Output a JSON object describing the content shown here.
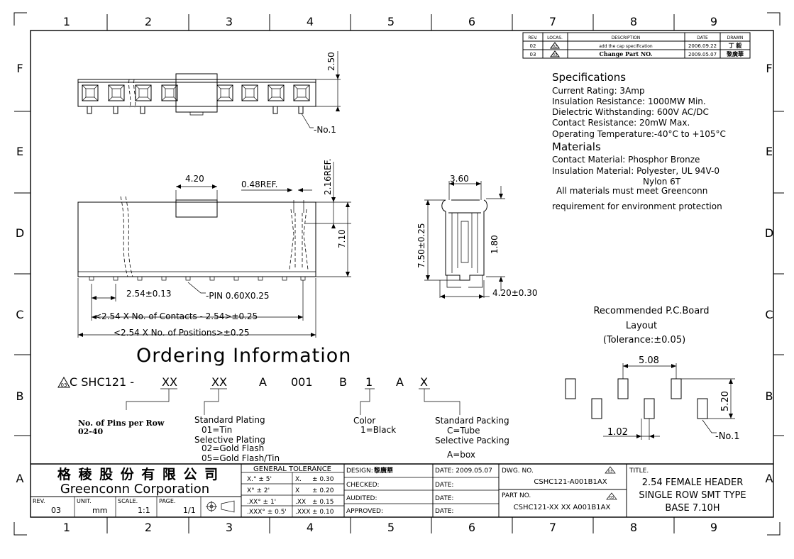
{
  "grid": {
    "columns": [
      "1",
      "2",
      "3",
      "4",
      "5",
      "6",
      "7",
      "8",
      "9"
    ],
    "rows": [
      "F",
      "E",
      "D",
      "C",
      "B",
      "A"
    ]
  },
  "revisions": {
    "headers": [
      "REV.",
      "LOCAS.",
      "DESCRIPTION",
      "DATE",
      "DRAWN"
    ],
    "rows": [
      {
        "rev": "02",
        "loc": "02",
        "desc": "add the cap specification",
        "date": "2006.09.22",
        "drawn": "丁 毅"
      },
      {
        "rev": "03",
        "loc": "03",
        "desc": "Change Part NO.",
        "date": "2009.05.07",
        "drawn": "黎廣華"
      }
    ]
  },
  "specs": {
    "title": "Specifications",
    "lines": [
      "Current Rating:  3Amp",
      "Insulation Resistance: 1000MW Min.",
      "Dielectric Withstanding:  600V AC/DC",
      "Contact Resistance:  20mW Max.",
      "Operating Temperature:-40°C to +105°C"
    ],
    "materials_title": "Materials",
    "materials": [
      "Contact Material: Phosphor Bronze",
      "Insulation Material: Polyester, UL 94V-0",
      "Nylon 6T",
      "All materials must meet Greenconn",
      "requirement for environment protection"
    ]
  },
  "dims": {
    "top_height": "2.50",
    "no1": "-No.1",
    "w420": "4.20",
    "ref048": "0.48REF.",
    "ref216": "2.16REF.",
    "h710": "7.10",
    "pitch": "2.54±0.13",
    "pin": "-PIN 0.60X0.25",
    "contacts": "<2.54 X No. of Contacts - 2.54>±0.25",
    "positions": "<2.54 X No. of Positions>±0.25",
    "side_w": "3.60",
    "side_h": "7.50±0.25",
    "side_180": "1.80",
    "side_bottom": "4.20±0.30"
  },
  "pcb": {
    "title1": "Recommended P.C.Board",
    "title2": "Layout",
    "tolerance": "(Tolerance:±0.05)",
    "pitch": "5.08",
    "row": "5.20",
    "offset": "1.02",
    "no1": "-No.1"
  },
  "ordering": {
    "title": "Ordering Information",
    "mark": "03",
    "code_parts": [
      "C SHC121 - ",
      "XX",
      "XX",
      "A",
      "001",
      "B",
      "1",
      "A",
      "X"
    ],
    "pins_label": "No. of Pins per Row",
    "pins_range": "02-40",
    "plating": [
      "Standard Plating",
      "01=Tin",
      "Selective Plating",
      "02=Gold Flash",
      "05=Gold Flash/Tin"
    ],
    "color": [
      "Color",
      "1=Black"
    ],
    "packing": [
      "Standard Packing",
      "C=Tube",
      "Selective Packing",
      "A=box"
    ]
  },
  "title_block": {
    "company_cn": "格 稜 股 份 有 限 公 司",
    "company_en": "Greenconn Corporation",
    "rev_label": "REV.",
    "rev": "03",
    "unit_label": "UNIT.",
    "unit": "mm",
    "scale_label": "SCALE.",
    "scale": "1:1",
    "page_label": "PAGE.",
    "page": "1/1",
    "tol_title": "GENERAL TOLERANCE",
    "tol_rows": [
      [
        "X.° ± 5'",
        "X.",
        "± 0.30"
      ],
      [
        "X° ± 2'",
        "X",
        "± 0.20"
      ],
      [
        ".XX° ± 1'",
        ".XX",
        "± 0.15"
      ],
      [
        ".XXX° ± 0.5'",
        ".XXX",
        "± 0.10"
      ]
    ],
    "design_label": "DESIGN:",
    "designer": "黎廣華",
    "checked_label": "CHECKED:",
    "audited_label": "AUDITED:",
    "approved_label": "APPROVED:",
    "date_label": "DATE:",
    "design_date": "DATE: 2009.05.07",
    "dwg_label": "DWG. NO.",
    "dwg": "CSHC121-A001B1AX",
    "dwg_mark": "03",
    "part_label": "PART NO.",
    "part": "CSHC121-XX XX A001B1AX",
    "part_mark": "03",
    "title_label": "TITLE.",
    "title_lines": [
      "2.54 FEMALE HEADER",
      "SINGLE ROW SMT TYPE",
      "BASE 7.10H"
    ]
  }
}
